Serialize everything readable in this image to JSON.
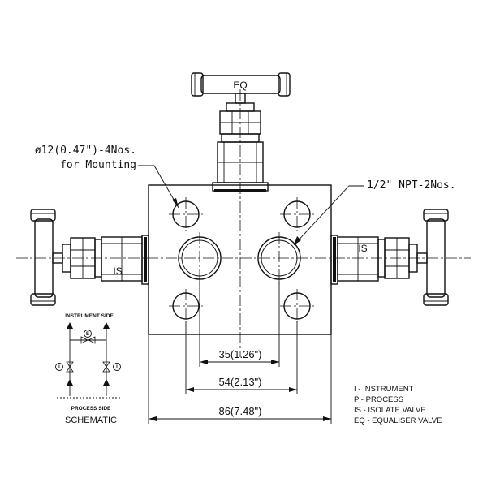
{
  "handles": {
    "top": "EQ",
    "left": "IS",
    "right": "IS"
  },
  "callouts": {
    "mounting_line1": "ø12(0.47\")-4Nos.",
    "mounting_line2": "for Mounting",
    "npt": "1/2\" NPT-2Nos."
  },
  "dimensions": {
    "inner": "35(1.26\")",
    "middle": "54(2.13\")",
    "outer": "86(7.48\")"
  },
  "schematic": {
    "top_label": "INSTRUMENT SIDE",
    "bottom_label": "PROCESS SIDE",
    "caption": "SCHEMATIC",
    "eq_symbol": "E",
    "is_symbol": "I"
  },
  "legend": [
    "I - INSTRUMENT",
    "P - PROCESS",
    "IS - ISOLATE VALVE",
    "EQ - EQUALISER VALVE"
  ]
}
